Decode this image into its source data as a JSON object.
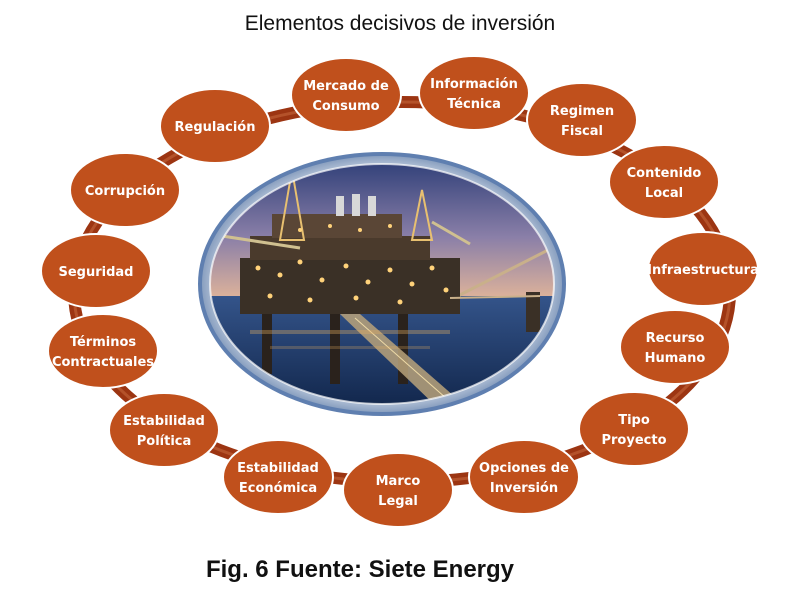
{
  "title": "Elementos decisivos de inversión",
  "caption": "Fig. 6 Fuente: Siete Energy",
  "colors": {
    "node_fill": "#c0501c",
    "node_stroke": "#ffffff",
    "ring": "#9c3512",
    "sea": "#1b3b6a",
    "sky_top": "#3b4f8c",
    "sky_bottom": "#d4a48c"
  },
  "central_image": {
    "subject": "offshore-oil-platform"
  },
  "nodes": [
    {
      "id": "mercado",
      "lines": [
        "Mercado de",
        "Consumo"
      ]
    },
    {
      "id": "informacion",
      "lines": [
        "Información",
        "Técnica"
      ]
    },
    {
      "id": "regimen",
      "lines": [
        "Regimen",
        "Fiscal"
      ]
    },
    {
      "id": "contenido",
      "lines": [
        "Contenido",
        "Local"
      ]
    },
    {
      "id": "infraestructura",
      "lines": [
        "Infraestructura"
      ]
    },
    {
      "id": "recurso",
      "lines": [
        "Recurso",
        "Humano"
      ]
    },
    {
      "id": "tipo",
      "lines": [
        "Tipo",
        "Proyecto"
      ]
    },
    {
      "id": "opciones",
      "lines": [
        "Opciones de",
        "Inversión"
      ]
    },
    {
      "id": "marco",
      "lines": [
        "Marco",
        "Legal"
      ]
    },
    {
      "id": "estab-economica",
      "lines": [
        "Estabilidad",
        "Económica"
      ]
    },
    {
      "id": "estab-politica",
      "lines": [
        "Estabilidad",
        "Política"
      ]
    },
    {
      "id": "terminos",
      "lines": [
        "Términos",
        "Contractuales"
      ]
    },
    {
      "id": "seguridad",
      "lines": [
        "Seguridad"
      ]
    },
    {
      "id": "corrupcion",
      "lines": [
        "Corrupción"
      ]
    },
    {
      "id": "regulacion",
      "lines": [
        "Regulación"
      ]
    }
  ]
}
